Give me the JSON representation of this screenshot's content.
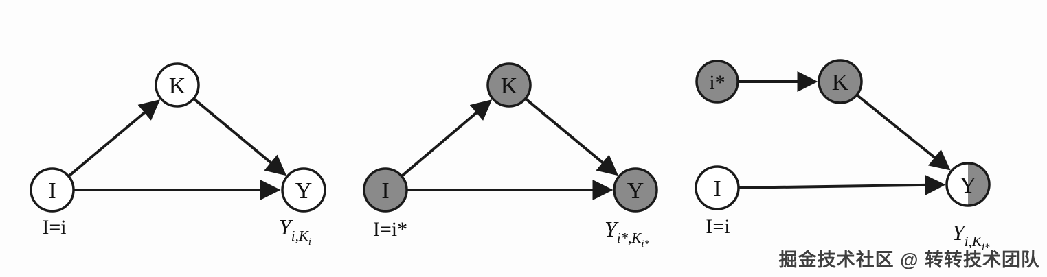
{
  "figure": {
    "description": "Three causal graphs over variables I, K, Y"
  },
  "colors": {
    "node_white": "#ffffff",
    "node_gray": "#8a8a8a",
    "stroke": "#1a1a1a"
  },
  "diagrams": [
    {
      "name": "factual-world-i",
      "nodes": [
        {
          "id": "K",
          "label": "K",
          "fill": "white"
        },
        {
          "id": "I",
          "label": "I",
          "fill": "white"
        },
        {
          "id": "Y",
          "label": "Y",
          "fill": "white"
        }
      ],
      "edges": [
        "I→K",
        "K→Y",
        "I→Y"
      ],
      "condition_label": "I=i",
      "outcome_label": {
        "base": "Y",
        "sub": "i,K",
        "subsub": "i"
      }
    },
    {
      "name": "counterfactual-world-i-star",
      "nodes": [
        {
          "id": "K",
          "label": "K",
          "fill": "gray"
        },
        {
          "id": "I",
          "label": "I",
          "fill": "gray"
        },
        {
          "id": "Y",
          "label": "Y",
          "fill": "gray"
        }
      ],
      "edges": [
        "I→K",
        "K→Y",
        "I→Y"
      ],
      "condition_label": "I=i*",
      "outcome_label": {
        "base": "Y",
        "sub": "i*,K",
        "subsub": "i*"
      }
    },
    {
      "name": "nested-counterfactual",
      "nodes": [
        {
          "id": "i*",
          "label": "i*",
          "fill": "gray"
        },
        {
          "id": "K",
          "label": "K",
          "fill": "gray"
        },
        {
          "id": "I",
          "label": "I",
          "fill": "white"
        },
        {
          "id": "Y",
          "label": "Y",
          "fill": "half-white-half-gray"
        }
      ],
      "edges": [
        "i*→K",
        "K→Y",
        "I→Y"
      ],
      "condition_label": "I=i",
      "outcome_label": {
        "base": "Y",
        "sub": "i,K",
        "subsub": "i*"
      }
    }
  ],
  "watermark": "掘金技术社区 @ 转转技术团队"
}
